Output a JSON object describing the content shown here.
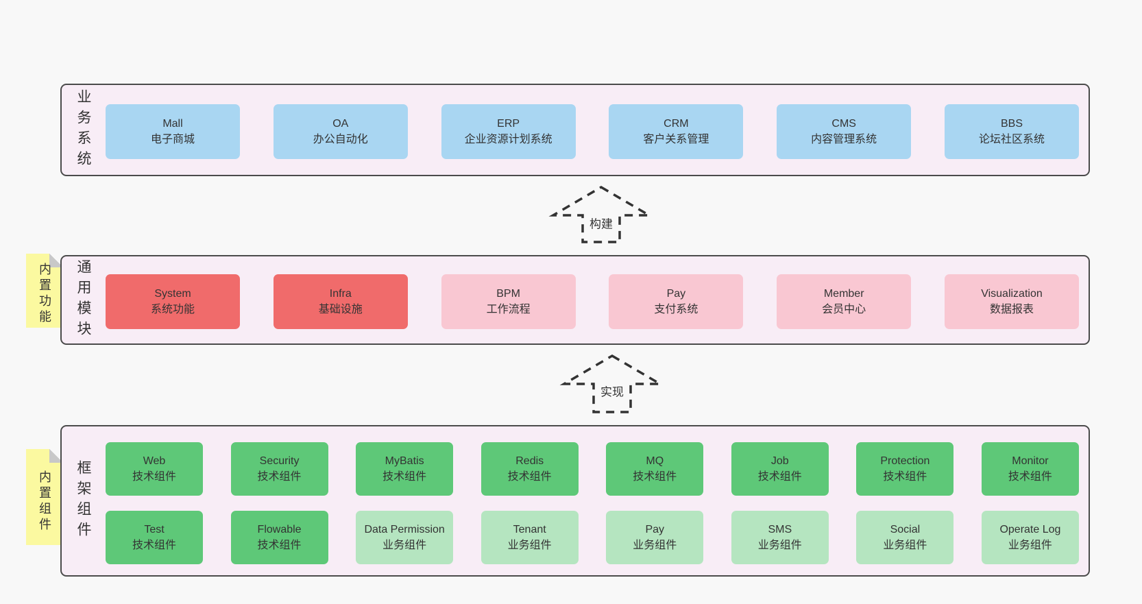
{
  "diagram": {
    "layers": [
      {
        "label": "业务系统",
        "boxes": [
          {
            "title": "Mall",
            "subtitle": "电子商城"
          },
          {
            "title": "OA",
            "subtitle": "办公自动化"
          },
          {
            "title": "ERP",
            "subtitle": "企业资源计划系统"
          },
          {
            "title": "CRM",
            "subtitle": "客户关系管理"
          },
          {
            "title": "CMS",
            "subtitle": "内容管理系统"
          },
          {
            "title": "BBS",
            "subtitle": "论坛社区系统"
          }
        ]
      },
      {
        "label": "通用模块",
        "sticky": "内置功能",
        "boxes": [
          {
            "title": "System",
            "subtitle": "系统功能"
          },
          {
            "title": "Infra",
            "subtitle": "基础设施"
          },
          {
            "title": "BPM",
            "subtitle": "工作流程"
          },
          {
            "title": "Pay",
            "subtitle": "支付系统"
          },
          {
            "title": "Member",
            "subtitle": "会员中心"
          },
          {
            "title": "Visualization",
            "subtitle": "数据报表"
          }
        ]
      },
      {
        "label": "框架组件",
        "sticky": "内置组件",
        "row1": [
          {
            "title": "Web",
            "subtitle": "技术组件"
          },
          {
            "title": "Security",
            "subtitle": "技术组件"
          },
          {
            "title": "MyBatis",
            "subtitle": "技术组件"
          },
          {
            "title": "Redis",
            "subtitle": "技术组件"
          },
          {
            "title": "MQ",
            "subtitle": "技术组件"
          },
          {
            "title": "Job",
            "subtitle": "技术组件"
          },
          {
            "title": "Protection",
            "subtitle": "技术组件"
          },
          {
            "title": "Monitor",
            "subtitle": "技术组件"
          }
        ],
        "row2": [
          {
            "title": "Test",
            "subtitle": "技术组件"
          },
          {
            "title": "Flowable",
            "subtitle": "技术组件"
          },
          {
            "title": "Data Permission",
            "subtitle": "业务组件"
          },
          {
            "title": "Tenant",
            "subtitle": "业务组件"
          },
          {
            "title": "Pay",
            "subtitle": "业务组件"
          },
          {
            "title": "SMS",
            "subtitle": "业务组件"
          },
          {
            "title": "Social",
            "subtitle": "业务组件"
          },
          {
            "title": "Operate Log",
            "subtitle": "业务组件"
          }
        ]
      }
    ],
    "arrows": [
      {
        "label": "构建"
      },
      {
        "label": "实现"
      }
    ],
    "colors": {
      "blue": "#a9d6f2",
      "red": "#f06b6b",
      "pink": "#f9c7d2",
      "green": "#5ec878",
      "light_green": "#b5e5c0",
      "layer_bg": "#f8edf6",
      "sticky_yellow": "#fbf9a0",
      "fold_gray": "#c8c8c8",
      "border": "#4b4b4b",
      "text": "#333333",
      "page_bg": "#f8f8f8"
    }
  }
}
